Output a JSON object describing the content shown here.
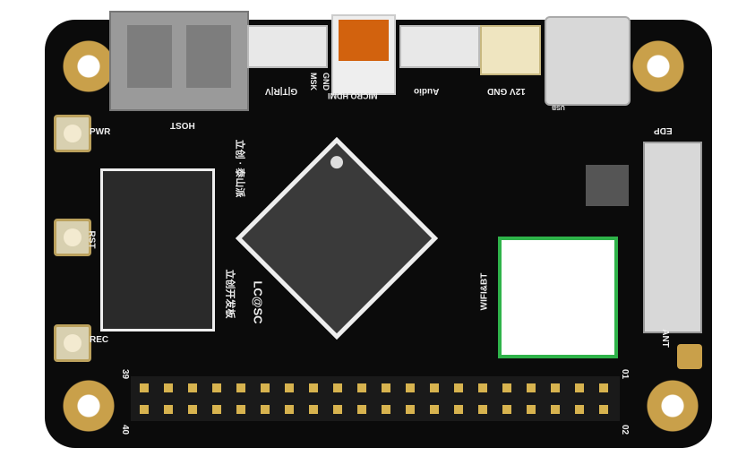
{
  "board": {
    "labels": {
      "host": "HOST",
      "pwr": "PWR",
      "rst": "RST",
      "rec": "REC",
      "uart": "G|T|R|V",
      "msk": "MSK",
      "gnd": "GND",
      "micro_hdmi": "MICRO HDMI",
      "audio": "Audio",
      "power": "12V GND",
      "usb": "USB",
      "edp": "EDP",
      "wifi": "WIFI&BT",
      "ant": "ANT",
      "pin39": "39",
      "pin40": "40",
      "pin01": "01",
      "pin02": "02",
      "brand_cn": "立创 · 泰山派",
      "devboard_cn": "立创开发板",
      "logo": "LC@SC"
    },
    "colors": {
      "pcb": "#0b0b0b",
      "gold": "#c9a04a",
      "hdmi": "#d2620e",
      "wifi_border": "#2fb34a"
    }
  }
}
